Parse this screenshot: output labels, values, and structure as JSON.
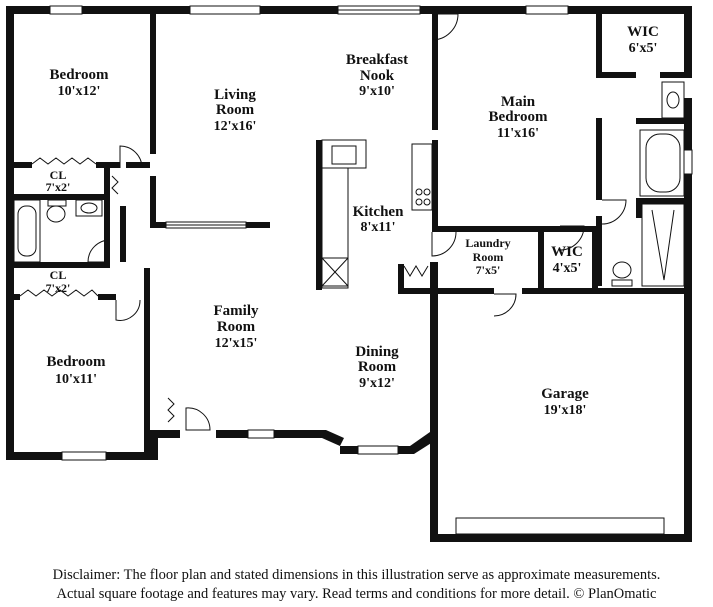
{
  "rooms": {
    "bedroom_top": {
      "name": "Bedroom",
      "dims": "10'x12'"
    },
    "living": {
      "name1": "Living",
      "name2": "Room",
      "dims": "12'x16'"
    },
    "breakfast": {
      "name1": "Breakfast",
      "name2": "Nook",
      "dims": "9'x10'"
    },
    "wic_top": {
      "name": "WIC",
      "dims": "6'x5'"
    },
    "main_bed": {
      "name1": "Main",
      "name2": "Bedroom",
      "dims": "11'x16'"
    },
    "cl_top": {
      "name": "CL",
      "dims": "7'x2'"
    },
    "kitchen": {
      "name": "Kitchen",
      "dims": "8'x11'"
    },
    "laundry": {
      "name1": "Laundry",
      "name2": "Room",
      "dims": "7'x5'"
    },
    "wic_mid": {
      "name": "WIC",
      "dims": "4'x5'"
    },
    "cl_bottom": {
      "name": "CL",
      "dims": "7'x2'"
    },
    "family": {
      "name1": "Family",
      "name2": "Room",
      "dims": "12'x15'"
    },
    "bedroom_bottom": {
      "name": "Bedroom",
      "dims": "10'x11'"
    },
    "dining": {
      "name1": "Dining",
      "name2": "Room",
      "dims": "9'x12'"
    },
    "garage": {
      "name": "Garage",
      "dims": "19'x18'"
    }
  },
  "disclaimer": {
    "line1": "Disclaimer: The floor plan and stated dimensions in this illustration serve as approximate measurements.",
    "line2": "Actual square footage and features may vary. Read terms and conditions for more detail. © PlanOmatic"
  }
}
